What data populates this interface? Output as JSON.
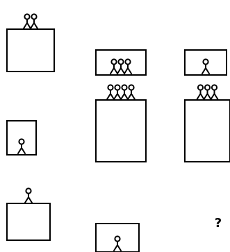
{
  "puzzle": {
    "missing_cell_label": "?",
    "colors": {
      "ink": "#000000",
      "background": "#ffffff"
    },
    "cells": [
      {
        "row": 1,
        "col": 1,
        "figures": 2,
        "placement": "on-top"
      },
      {
        "row": 1,
        "col": 2,
        "figures": 3,
        "placement": "inside"
      },
      {
        "row": 1,
        "col": 3,
        "figures": 1,
        "placement": "inside"
      },
      {
        "row": 2,
        "col": 1,
        "figures": 1,
        "placement": "inside"
      },
      {
        "row": 2,
        "col": 2,
        "figures": 4,
        "placement": "on-top"
      },
      {
        "row": 2,
        "col": 3,
        "figures": 3,
        "placement": "on-top"
      },
      {
        "row": 3,
        "col": 1,
        "figures": 1,
        "placement": "on-top"
      },
      {
        "row": 3,
        "col": 2,
        "figures": 1,
        "placement": "inside"
      },
      {
        "row": 3,
        "col": 3,
        "figures": null,
        "placement": "missing"
      }
    ]
  }
}
